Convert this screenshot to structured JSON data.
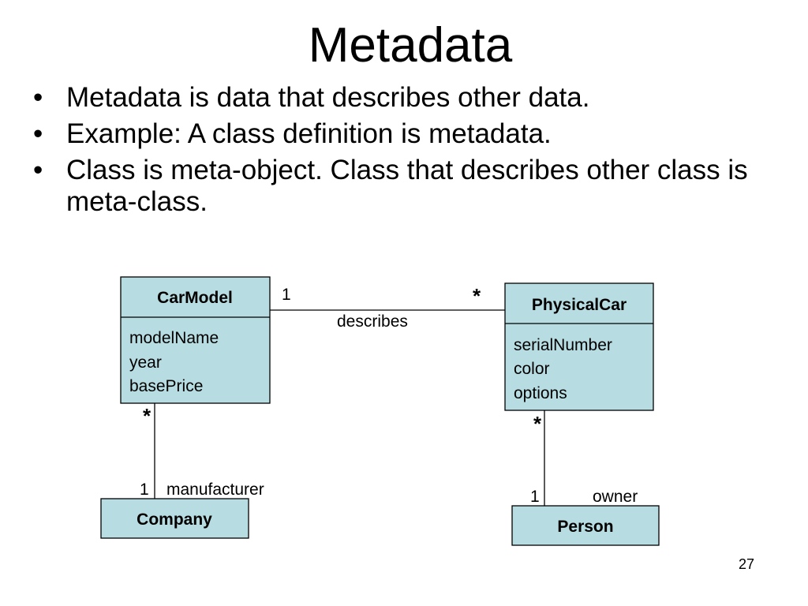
{
  "slide": {
    "title": "Metadata",
    "bullets": [
      "Metadata is data that describes other data.",
      "Example: A class definition is metadata.",
      "Class is meta-object. Class that describes other class is meta-class."
    ],
    "bullet_marker": "•",
    "page_number": "27"
  },
  "diagram": {
    "fill_color": "#b7dde2",
    "classes": {
      "carmodel": {
        "name": "CarModel",
        "attributes": [
          "modelName",
          "year",
          "basePrice"
        ]
      },
      "physicalcar": {
        "name": "PhysicalCar",
        "attributes": [
          "serialNumber",
          "color",
          "options"
        ]
      },
      "company": {
        "name": "Company",
        "attributes": []
      },
      "person": {
        "name": "Person",
        "attributes": []
      }
    },
    "associations": {
      "describes": {
        "label": "describes",
        "source_multiplicity": "1",
        "target_multiplicity": "*"
      },
      "manufacturer": {
        "label": "manufacturer",
        "source_multiplicity": "*",
        "target_multiplicity": "1"
      },
      "owner": {
        "label": "owner",
        "source_multiplicity": "*",
        "target_multiplicity": "1"
      }
    }
  }
}
